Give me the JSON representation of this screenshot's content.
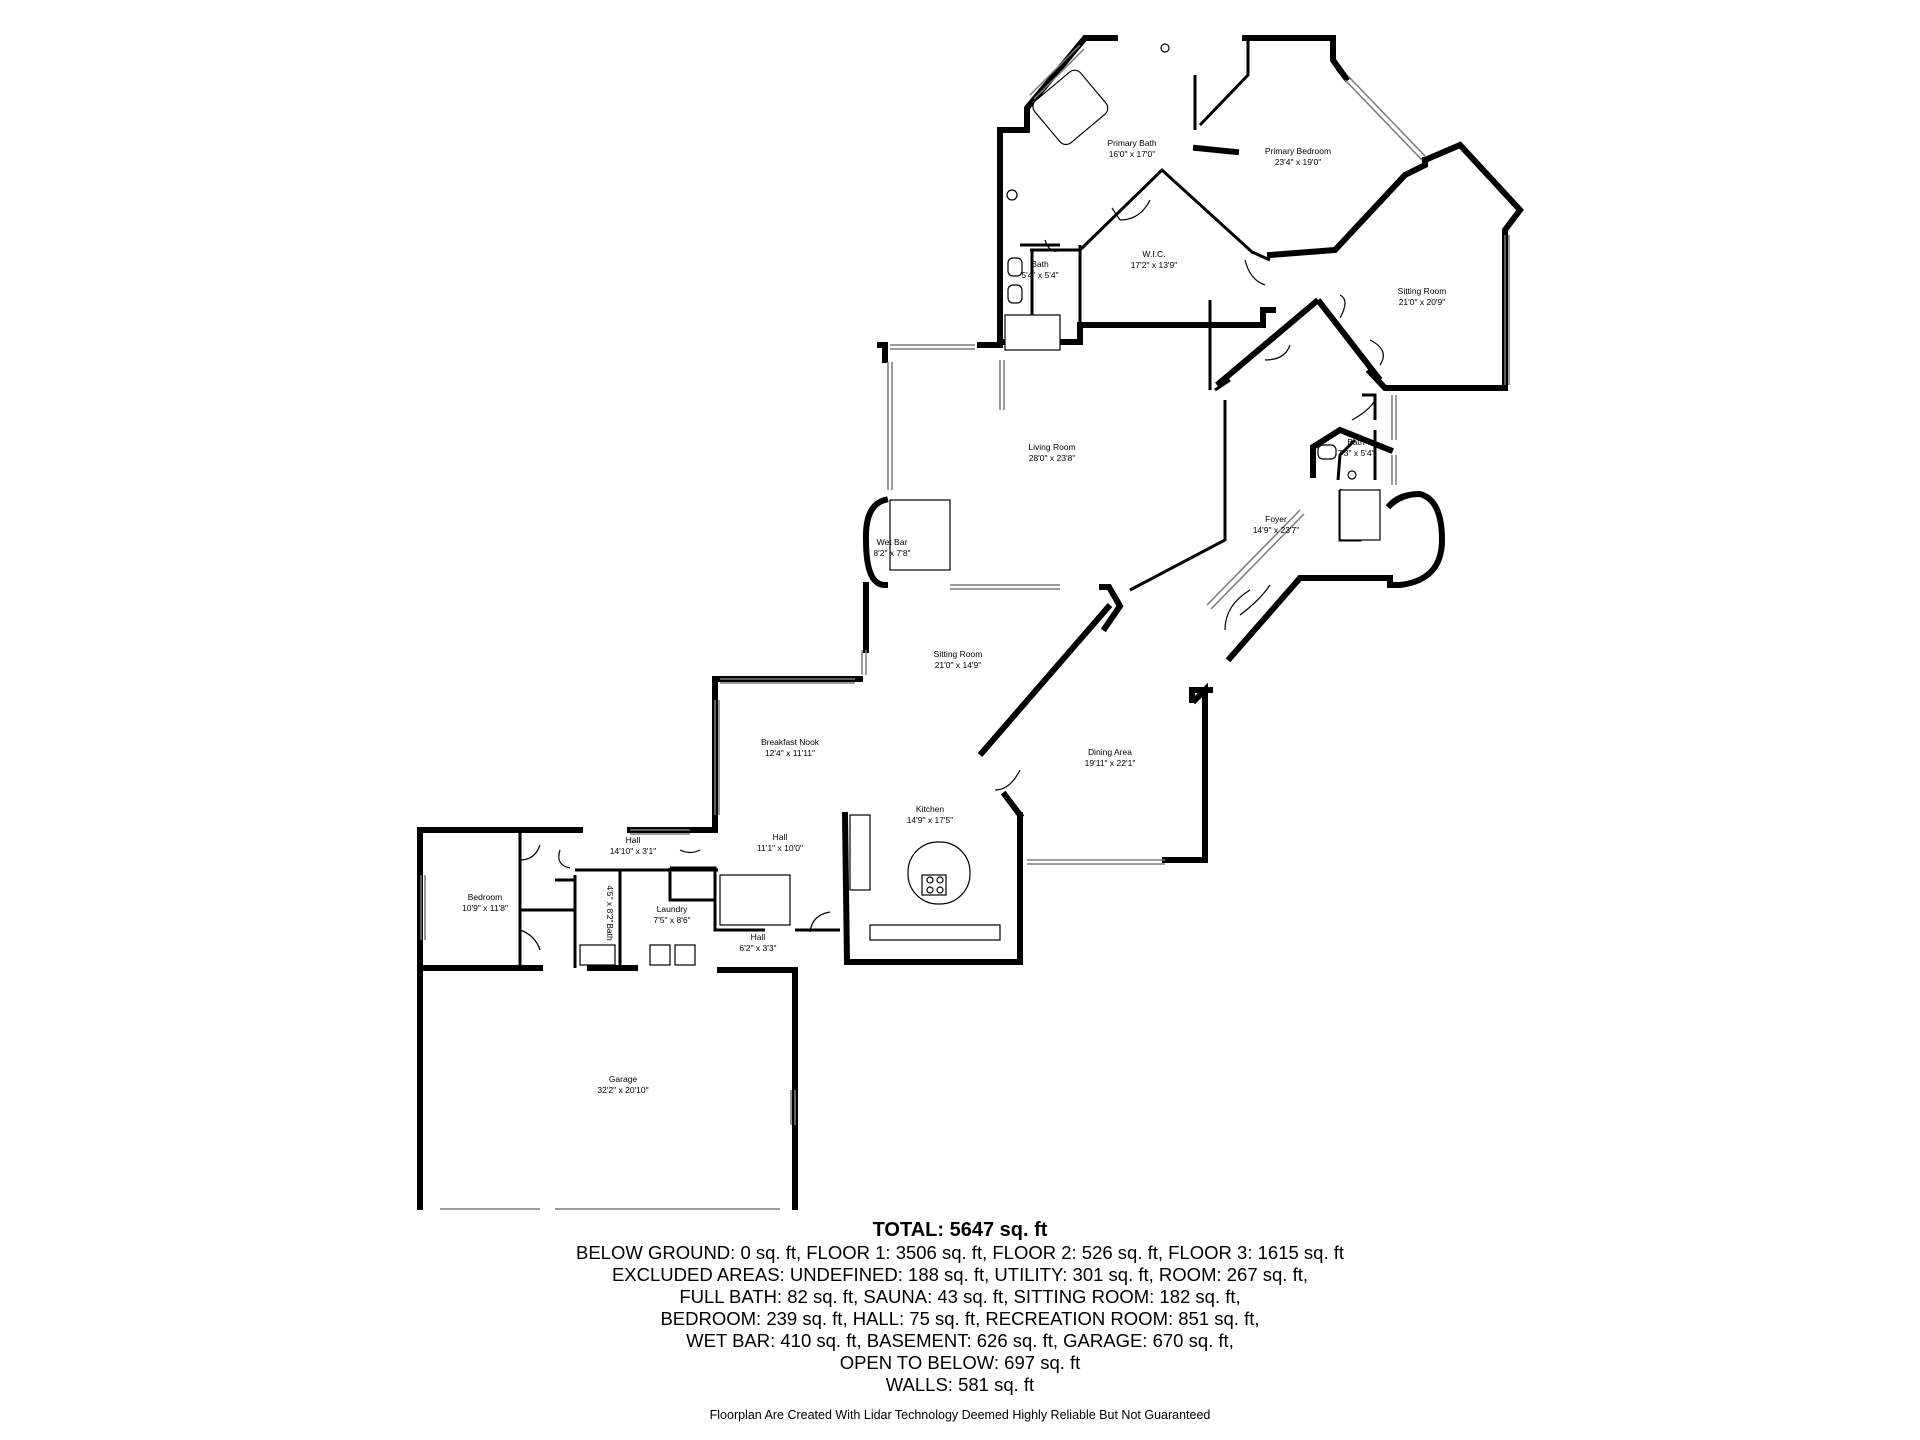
{
  "rooms": [
    {
      "id": "primary-bath",
      "name": "Primary Bath",
      "dims": "16'0\" x 17'0\""
    },
    {
      "id": "primary-bedroom",
      "name": "Primary Bedroom",
      "dims": "23'4\" x 19'0\""
    },
    {
      "id": "bath-upper",
      "name": "Bath",
      "dims": "5'4\" x 5'4\""
    },
    {
      "id": "wic",
      "name": "W.I.C.",
      "dims": "17'2\" x 13'9\""
    },
    {
      "id": "sitting-room-upper",
      "name": "Sitting Room",
      "dims": "21'0\" x 20'9\""
    },
    {
      "id": "living-room",
      "name": "Living Room",
      "dims": "28'0\" x 23'8\""
    },
    {
      "id": "bath-foyer",
      "name": "Bath",
      "dims": "7'3\" x 5'4\""
    },
    {
      "id": "foyer",
      "name": "Foyer",
      "dims": "14'9\" x 23'7\""
    },
    {
      "id": "wet-bar",
      "name": "Wet Bar",
      "dims": "8'2\" x 7'8\""
    },
    {
      "id": "sitting-room-lower",
      "name": "Sitting Room",
      "dims": "21'0\" x 14'9\""
    },
    {
      "id": "breakfast-nook",
      "name": "Breakfast Nook",
      "dims": "12'4\" x 11'11\""
    },
    {
      "id": "dining-area",
      "name": "Dining Area",
      "dims": "19'11\" x 22'1\""
    },
    {
      "id": "kitchen",
      "name": "Kitchen",
      "dims": "14'9\" x 17'5\""
    },
    {
      "id": "hall-a",
      "name": "Hall",
      "dims": "14'10\" x 3'1\""
    },
    {
      "id": "hall-b",
      "name": "Hall",
      "dims": "11'1\" x 10'0\""
    },
    {
      "id": "bedroom",
      "name": "Bedroom",
      "dims": "10'9\" x 11'8\""
    },
    {
      "id": "bath-small",
      "name": "Bath",
      "dims": "4'5\" x 8'2\""
    },
    {
      "id": "laundry",
      "name": "Laundry",
      "dims": "7'5\" x 8'6\""
    },
    {
      "id": "hall-c",
      "name": "Hall",
      "dims": "6'2\" x 3'3\""
    },
    {
      "id": "garage",
      "name": "Garage",
      "dims": "32'2\" x 20'10\""
    }
  ],
  "summary": {
    "total": "TOTAL: 5647 sq. ft",
    "lines": [
      "BELOW GROUND: 0 sq. ft, FLOOR 1: 3506 sq. ft, FLOOR 2: 526 sq. ft, FLOOR 3: 1615 sq. ft",
      "EXCLUDED AREAS: UNDEFINED: 188 sq. ft, UTILITY: 301 sq. ft, ROOM: 267 sq. ft,",
      "FULL BATH: 82 sq. ft, SAUNA: 43 sq. ft, SITTING ROOM: 182 sq. ft,",
      "BEDROOM: 239 sq. ft, HALL: 75 sq. ft, RECREATION ROOM: 851 sq. ft,",
      "WET BAR: 410 sq. ft, BASEMENT: 626 sq. ft, GARAGE: 670 sq. ft,",
      "OPEN TO BELOW: 697 sq. ft",
      "WALLS: 581 sq. ft"
    ],
    "disclaimer": "Floorplan Are Created With Lidar Technology Deemed Highly Reliable But Not Guaranteed"
  }
}
